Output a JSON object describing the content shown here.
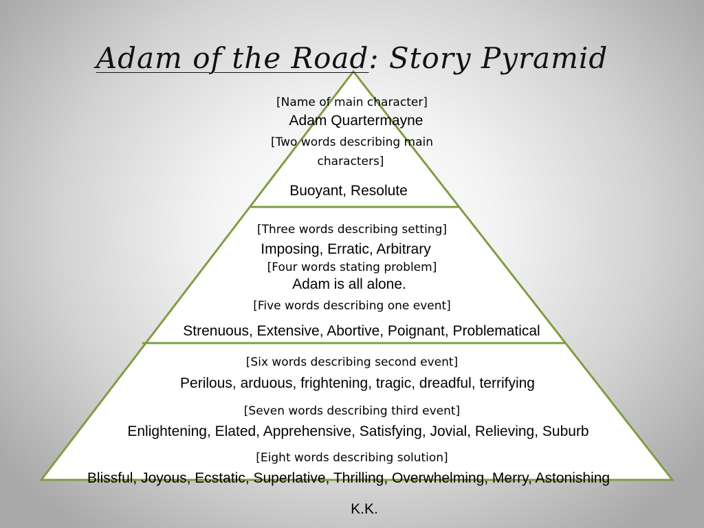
{
  "slide": {
    "title_underlined": "Adam of the Road",
    "title_rest": ": Story Pyramid",
    "author": "K.K."
  },
  "colors": {
    "pyramid_fill": "#ffffff",
    "pyramid_stroke": "#7f9c43"
  },
  "pyramid": {
    "top": {
      "prompt_name": "[Name of main character]",
      "name": "Adam Quartermayne",
      "prompt_traits_line1": "[Two words describing main",
      "prompt_traits_line2": "characters]",
      "traits": "Buoyant, Resolute"
    },
    "middle": {
      "prompt_setting": "[Three words describing setting]",
      "setting": "Imposing, Erratic, Arbitrary",
      "prompt_problem": "[Four words stating problem]",
      "problem": "Adam is all alone.",
      "prompt_event1": "[Five words describing one event]",
      "event1": "Strenuous,  Extensive, Abortive, Poignant, Problematical"
    },
    "bottom": {
      "prompt_event2": "[Six words describing second event]",
      "event2": "Perilous, arduous, frightening, tragic, dreadful, terrifying",
      "prompt_event3": "[Seven words describing third event]",
      "event3": "Enlightening, Elated, Apprehensive, Satisfying, Jovial, Relieving, Suburb",
      "prompt_solution": "[Eight words describing solution]",
      "solution": "Blissful, Joyous, Ecstatic, Superlative, Thrilling, Overwhelming, Merry, Astonishing"
    }
  }
}
